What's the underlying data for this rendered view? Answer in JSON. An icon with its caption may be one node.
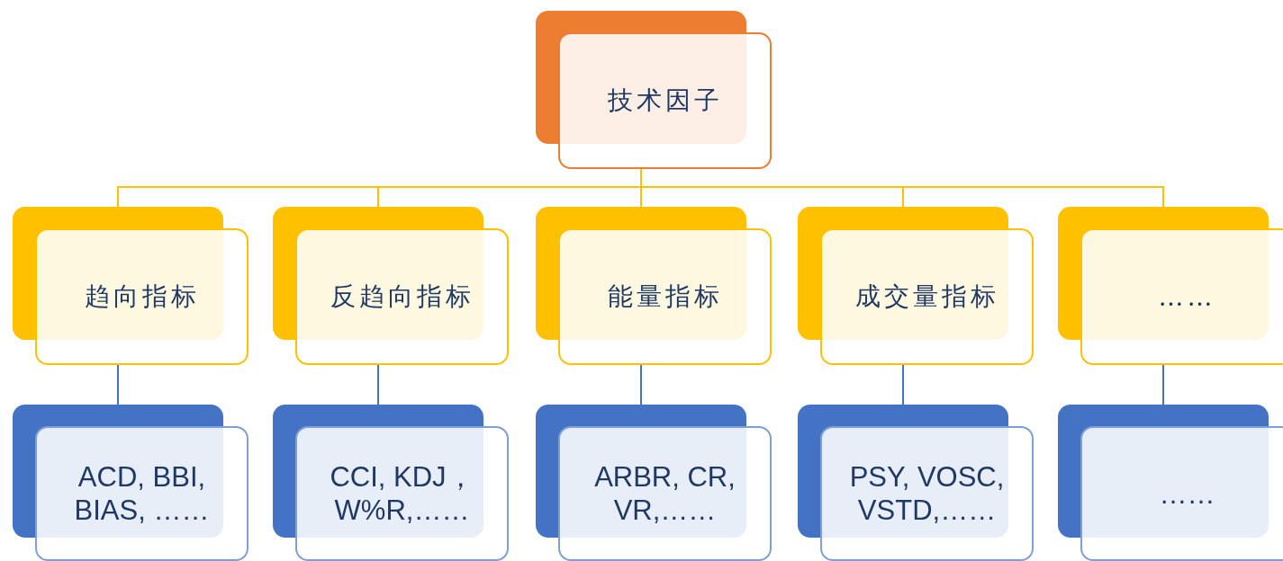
{
  "diagram": {
    "nodes": [
      {
        "text": [
          "技术因子"
        ]
      },
      {
        "text": [
          "趋向指标"
        ]
      },
      {
        "text": [
          "反趋向指标"
        ]
      },
      {
        "text": [
          "能量指标"
        ]
      },
      {
        "text": [
          "成交量指标"
        ]
      },
      {
        "text": [
          "……"
        ]
      },
      {
        "text": [
          "ACD, BBI, BIAS, ……"
        ]
      },
      {
        "text": [
          "CCI, KDJ， W%R,……"
        ]
      },
      {
        "text": [
          "ARBR, CR, VR,……"
        ]
      },
      {
        "text": [
          "PSY, VOSC, VSTD,……"
        ]
      },
      {
        "text": [
          "……"
        ]
      }
    ],
    "edges": [
      {
        "from": 0,
        "to": 1,
        "arrow": "none"
      },
      {
        "from": 0,
        "to": 2,
        "arrow": "none"
      },
      {
        "from": 0,
        "to": 3,
        "arrow": "none"
      },
      {
        "from": 0,
        "to": 4,
        "arrow": "none"
      },
      {
        "from": 0,
        "to": 5,
        "arrow": "none"
      },
      {
        "from": 1,
        "to": 6,
        "arrow": "none",
        "color": "#4472c4"
      },
      {
        "from": 2,
        "to": 7,
        "arrow": "none",
        "color": "#4472c4"
      },
      {
        "from": 3,
        "to": 8,
        "arrow": "none",
        "color": "#4472c4"
      },
      {
        "from": 4,
        "to": 9,
        "arrow": "none",
        "color": "#4472c4"
      },
      {
        "from": 5,
        "to": 10,
        "arrow": "none",
        "color": "#4472c4"
      }
    ]
  }
}
